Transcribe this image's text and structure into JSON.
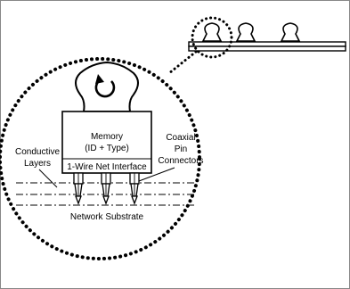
{
  "labels": {
    "memory": "Memory",
    "id_type": "(ID + Type)",
    "interface": "1-Wire Net Interface",
    "conductive_line1": "Conductive",
    "conductive_line2": "Layers",
    "coaxial_line1": "Coaxial",
    "coaxial_line2": "Pin",
    "coaxial_line3": "Connectors",
    "substrate": "Network Substrate"
  },
  "icons": {
    "rotate": "rotate-arrow-icon"
  },
  "colors": {
    "ink": "#000000",
    "background": "#ffffff",
    "frame": "#888888"
  }
}
